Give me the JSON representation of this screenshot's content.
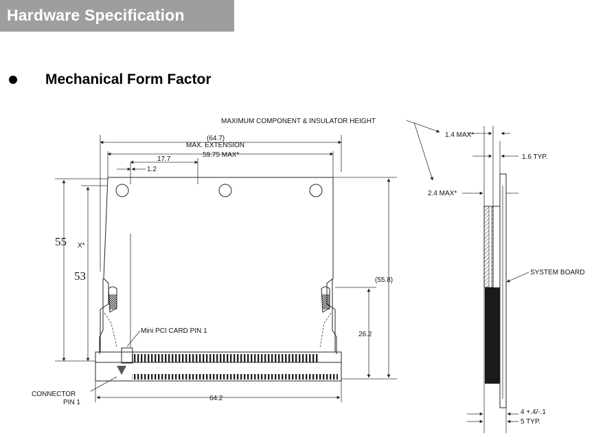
{
  "header": {
    "title": "Hardware Specification"
  },
  "section": {
    "title": "Mechanical Form Factor"
  },
  "front_view": {
    "dim_total_width": "(64.7)",
    "dim_max_extension": "MAX. EXTENSION",
    "dim_max_width": "59.75 MAX*",
    "dim_17_7": "17.7",
    "dim_1_2": "1.2",
    "dim_55": "55",
    "dim_x": "X*",
    "dim_53": "53",
    "dim_55_8": "(55.8)",
    "dim_26_2": "26.2",
    "dim_64_2": "64.2",
    "label_pin1_card": "Mini PCI CARD PIN 1",
    "label_connector": "CONNECTOR",
    "label_connector_pin": "PIN 1"
  },
  "side_view": {
    "label_max_height": "MAXIMUM COMPONENT & INSULATOR HEIGHT",
    "dim_1_4": "1.4 MAX*",
    "dim_1_6": "1.6 TYP.",
    "dim_2_4": "2.4 MAX*",
    "label_system_board": "SYSTEM BOARD",
    "dim_4": "4 +.4/-.1",
    "dim_5": "5 TYP."
  }
}
